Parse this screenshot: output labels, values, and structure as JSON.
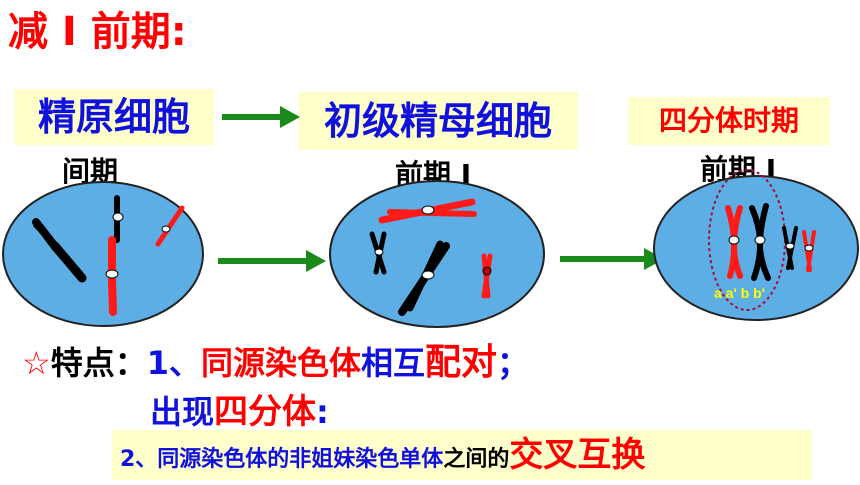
{
  "title": "减 I 前期:",
  "boxes": {
    "left": "精原细胞",
    "middle": "初级精母细胞",
    "right": "四分体时期"
  },
  "stages": {
    "left": "间期",
    "middle": "前期 I",
    "right": "前期 I"
  },
  "allele_labels": "a a' b b'",
  "features": {
    "star": "☆",
    "label": "特点：",
    "line1_number": "1、",
    "line1_part1": "同源染色体",
    "line1_part2": "相互",
    "line1_part3": "配对",
    "line1_end": "；",
    "line2_part1": "出现",
    "line2_part2": "四分体",
    "line2_end": ":",
    "line3_part1": "2、同源染色体的非姐妹染色单体",
    "line3_part2": "之间的",
    "line3_part3": "交叉互换"
  },
  "colors": {
    "cell_fill": "#5eaee6",
    "chromosome_red": "#ff1a1a",
    "chromosome_black": "#000000",
    "arrow_green": "#1a8a1a",
    "label_blue": "#1111dd",
    "title_red": "#ff0000",
    "box_yellow": "#ffffcc"
  }
}
